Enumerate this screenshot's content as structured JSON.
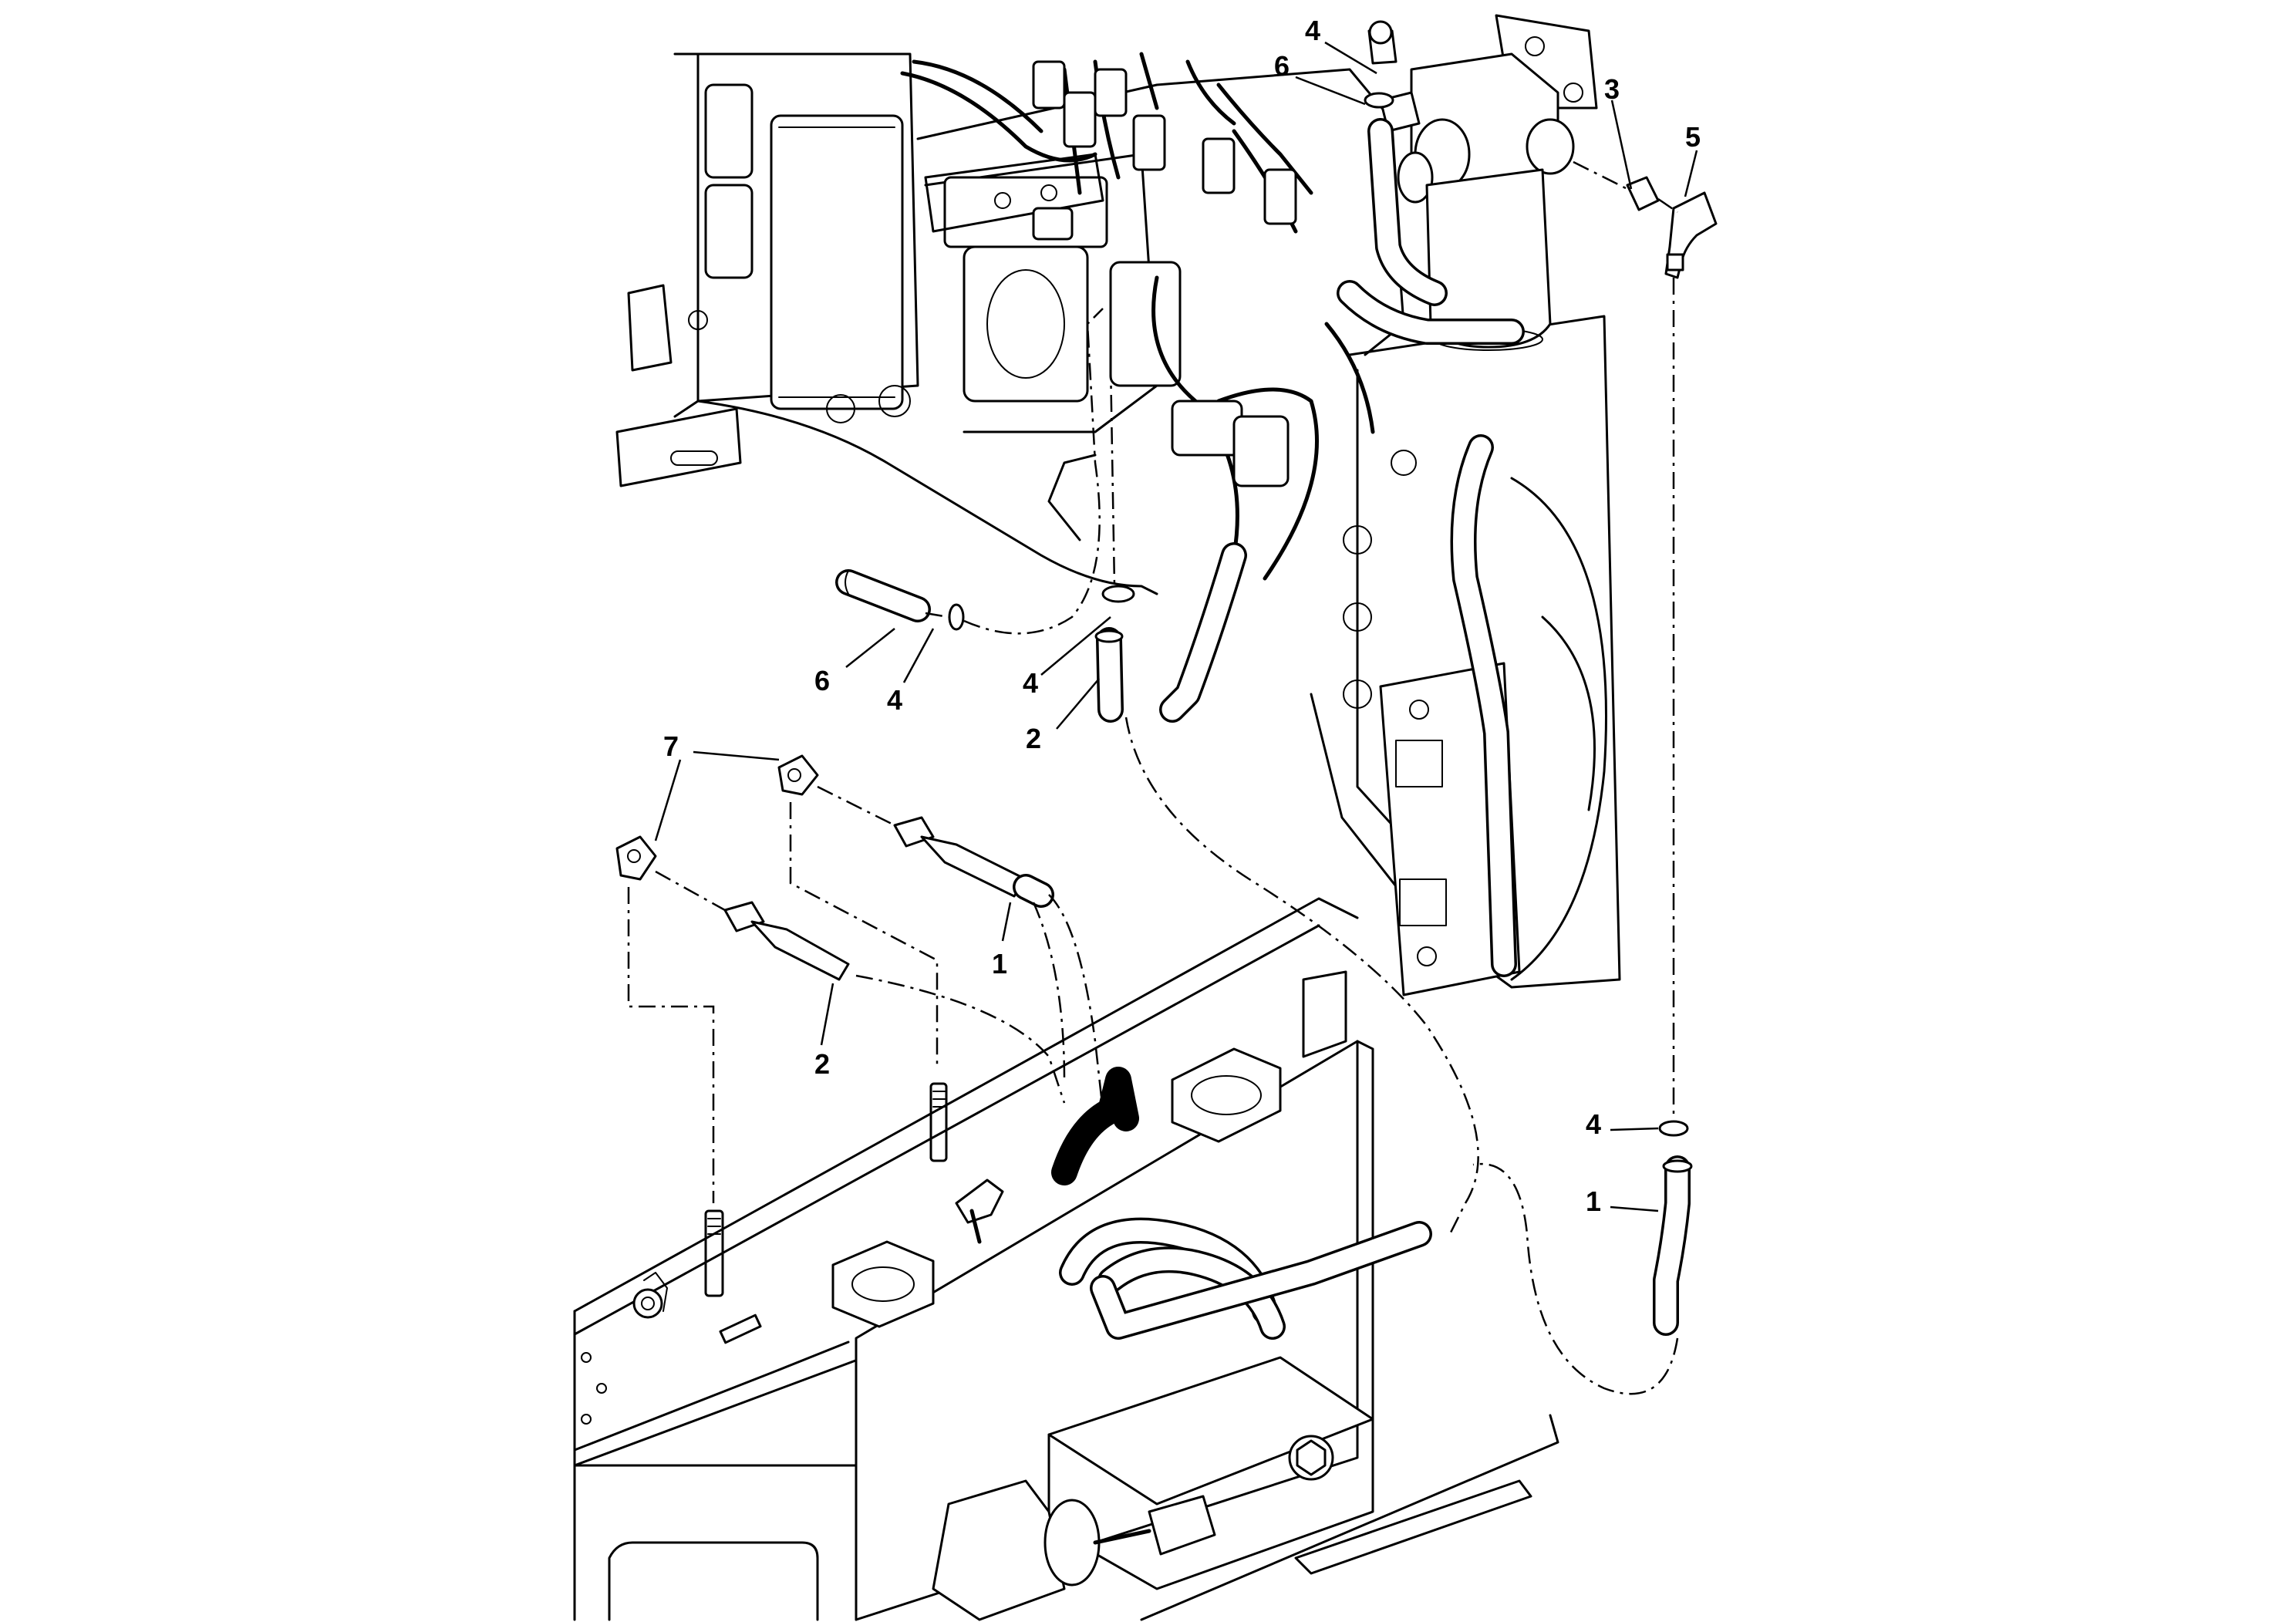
{
  "callouts": [
    {
      "id": "c-4-top",
      "label": "4"
    },
    {
      "id": "c-6-top",
      "label": "6"
    },
    {
      "id": "c-3",
      "label": "3"
    },
    {
      "id": "c-5",
      "label": "5"
    },
    {
      "id": "c-6-mid",
      "label": "6"
    },
    {
      "id": "c-4-mid-left",
      "label": "4"
    },
    {
      "id": "c-4-mid-right",
      "label": "4"
    },
    {
      "id": "c-2-upper",
      "label": "2"
    },
    {
      "id": "c-7",
      "label": "7"
    },
    {
      "id": "c-1-hose",
      "label": "1"
    },
    {
      "id": "c-2-lower",
      "label": "2"
    },
    {
      "id": "c-4-right",
      "label": "4"
    },
    {
      "id": "c-1-right",
      "label": "1"
    }
  ]
}
